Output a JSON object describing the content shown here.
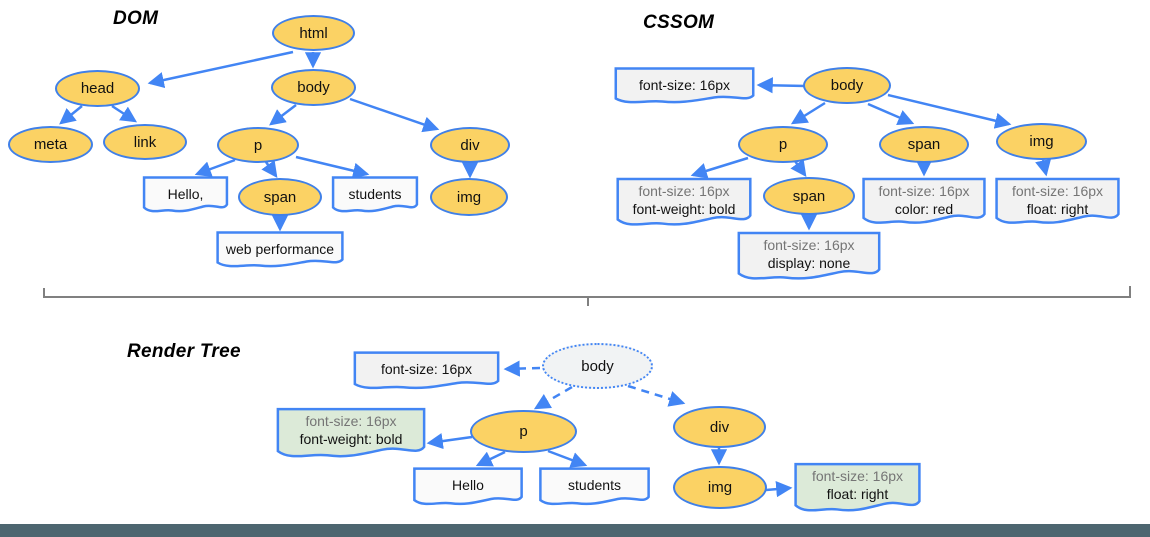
{
  "titles": {
    "dom": "DOM",
    "cssom": "CSSOM",
    "render": "Render Tree"
  },
  "dom": {
    "nodes": {
      "html": "html",
      "head": "head",
      "body": "body",
      "meta": "meta",
      "link": "link",
      "p": "p",
      "div": "div",
      "span": "span",
      "img": "img"
    },
    "texts": {
      "hello": "Hello,",
      "students": "students",
      "webperf": "web performance"
    }
  },
  "cssom": {
    "nodes": {
      "body": "body",
      "p": "p",
      "span": "span",
      "img": "img",
      "span_in_p": "span"
    },
    "rules": {
      "body": {
        "l1": "font-size: 16px"
      },
      "p": {
        "l1": "font-size: 16px",
        "l2": "font-weight: bold"
      },
      "span_in_p": {
        "l1": "font-size: 16px",
        "l2": "display: none"
      },
      "span": {
        "l1": "font-size: 16px",
        "l2": "color: red"
      },
      "img": {
        "l1": "font-size: 16px",
        "l2": "float: right"
      }
    }
  },
  "render": {
    "nodes": {
      "body": "body",
      "p": "p",
      "div": "div",
      "img": "img"
    },
    "texts": {
      "hello": "Hello",
      "students": "students"
    },
    "rules": {
      "body": {
        "l1": "font-size: 16px"
      },
      "p": {
        "l1": "font-size: 16px",
        "l2": "font-weight: bold"
      },
      "img": {
        "l1": "font-size: 16px",
        "l2": "float: right"
      }
    }
  },
  "colors": {
    "node_fill": "#FBD264",
    "node_border": "#4080E8",
    "arrow_blue": "#4285F4",
    "box_light": "#F2F2F2",
    "box_green": "#DCEAD8",
    "muted_text": "#757575",
    "brace_gray": "#808080",
    "footer_bar": "#4D6670"
  }
}
